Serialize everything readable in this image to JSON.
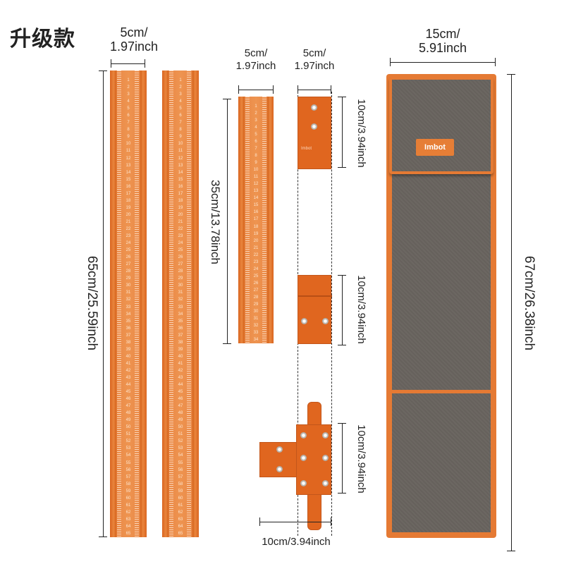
{
  "title": "升级款",
  "dimensions": {
    "long_ruler_width": {
      "cm": "5cm/",
      "inch": "1.97inch"
    },
    "long_ruler_length": "65cm/25.59inch",
    "short_ruler_width": {
      "cm": "5cm/",
      "inch": "1.97inch"
    },
    "short_ruler_length": "35cm/13.78inch",
    "clamp_width": {
      "cm": "5cm/",
      "inch": "1.97inch"
    },
    "clamp_height_1": "10cm/3.94inch",
    "clamp_height_2": "10cm/3.94inch",
    "clamp_height_3": "10cm/3.94inch",
    "clamp_assembly_width": "10cm/3.94inch",
    "bag_width": {
      "cm": "15cm/",
      "inch": "5.91inch"
    },
    "bag_length": "67cm/26.38inch"
  },
  "long_ruler_max": 65,
  "short_ruler_max": 34,
  "bag_logo": "Imbot",
  "clamp_logo": "Imbot",
  "colors": {
    "orange": "#e0661f",
    "felt": "#66615c"
  }
}
